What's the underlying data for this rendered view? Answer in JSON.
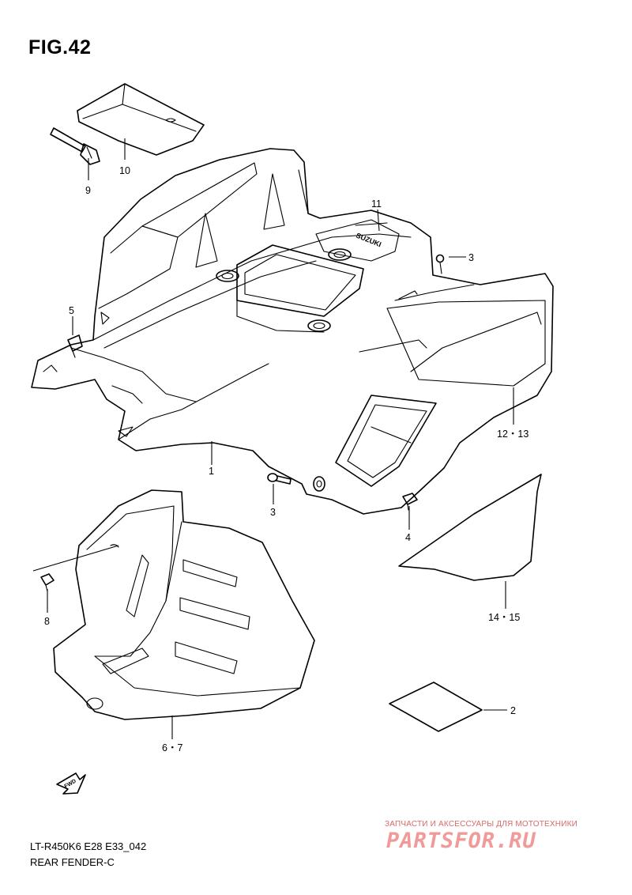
{
  "figure": {
    "title": "FIG.42"
  },
  "footer": {
    "code": "LT-R450K6 E28 E33_042",
    "name": "REAR FENDER-C"
  },
  "watermark": {
    "tagline": "ЗАПЧАСТИ И АКСЕССУАРЫ ДЛЯ МОТОТЕХНИКИ",
    "logo": "PARTSFOR.RU",
    "color": "#f19a9a"
  },
  "fwd_badge": {
    "text": "FWD"
  },
  "fender_label": {
    "text": "SUZUKI"
  },
  "callouts": [
    {
      "id": "10",
      "label": "10"
    },
    {
      "id": "9",
      "label": "9"
    },
    {
      "id": "11",
      "label": "11"
    },
    {
      "id": "3a",
      "label": "3"
    },
    {
      "id": "5",
      "label": "5"
    },
    {
      "id": "12-13",
      "label": "12・13"
    },
    {
      "id": "1",
      "label": "1"
    },
    {
      "id": "3b",
      "label": "3"
    },
    {
      "id": "4",
      "label": "4"
    },
    {
      "id": "8",
      "label": "8"
    },
    {
      "id": "14-15",
      "label": "14・15"
    },
    {
      "id": "2",
      "label": "2"
    },
    {
      "id": "6-7",
      "label": "6・7"
    }
  ]
}
